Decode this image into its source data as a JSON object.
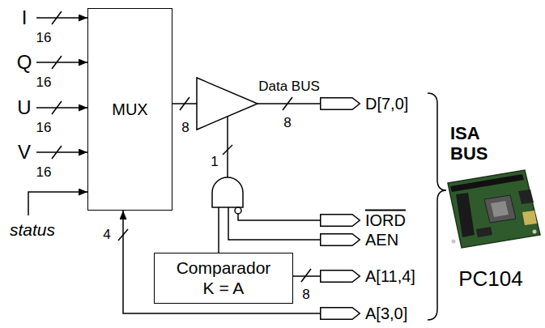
{
  "diagram": {
    "nodes": [
      {
        "text": [
          "MUX"
        ]
      },
      {
        "text": [
          "Comparador K = A"
        ]
      },
      {
        "text": [
          "D[7,0]"
        ]
      },
      {
        "text": [
          "IORD"
        ]
      },
      {
        "text": [
          "AEN"
        ]
      },
      {
        "text": [
          "A[11,4]"
        ]
      },
      {
        "text": [
          "A[3,0]"
        ]
      }
    ],
    "edges": [
      {
        "from": 6,
        "to": 0,
        "arrow": "to",
        "label": "4"
      },
      {
        "from": 5,
        "to": 1,
        "arrow": "none",
        "label": "8"
      }
    ],
    "labels": [
      "I",
      "16",
      "Q",
      "16",
      "U",
      "16",
      "V",
      "16",
      "status",
      "8",
      "Data BUS",
      "8",
      "1",
      "ISA BUS",
      "PC104"
    ]
  }
}
